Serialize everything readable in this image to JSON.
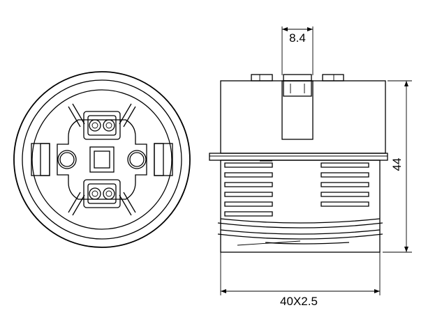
{
  "dimensions": {
    "top_width": "8.4",
    "height": "44",
    "bottom_thread": "40X2.5"
  },
  "colors": {
    "line": "#000000",
    "background": "#ffffff"
  }
}
